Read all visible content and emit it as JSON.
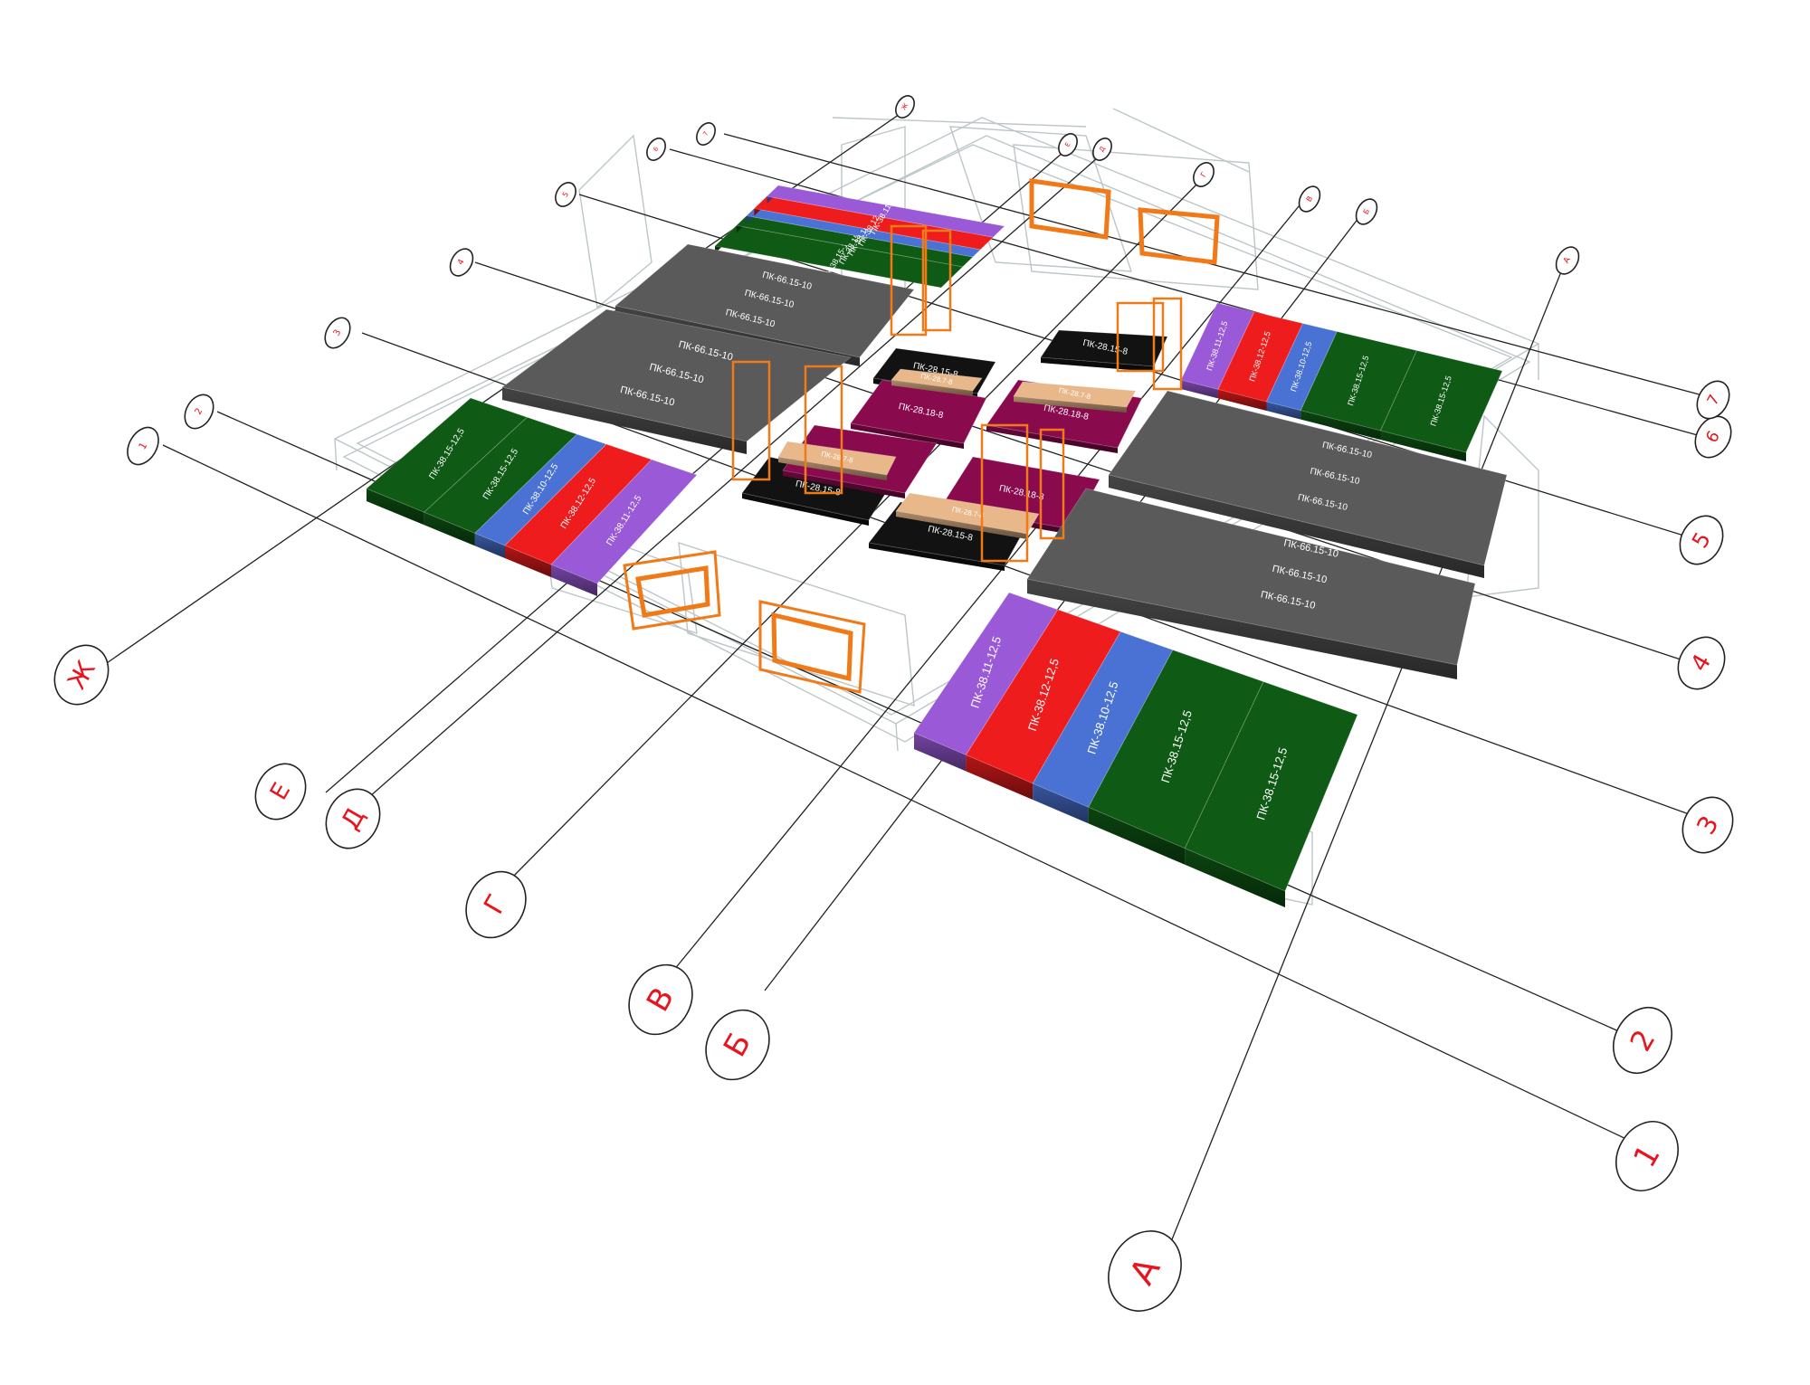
{
  "colors": {
    "green": "#0f5a15",
    "blue": "#4a72d4",
    "red": "#ee1c1c",
    "purple": "#9a5ad8",
    "gray": "#5a5a5a",
    "black": "#121212",
    "maroon": "#8a0a4e",
    "tan": "#e8b88a",
    "orange": "#f07a18",
    "axis_text": "#e8141e",
    "wire": "#b9c2c4"
  },
  "axis_bubbles": {
    "numbers": [
      "1",
      "2",
      "3",
      "4",
      "5",
      "6",
      "7"
    ],
    "letters": [
      "А",
      "Б",
      "В",
      "Г",
      "Д",
      "Е",
      "Ж"
    ]
  },
  "slabs": {
    "front_right": {
      "purple": "ПК-38.11-12,5",
      "red": "ПК-38.12-12,5",
      "blue": "ПК-38.10-12,5",
      "green_1": "ПК-38.15-12,5",
      "green_2": "ПК-38.15-12,5"
    },
    "right_gray": {
      "row_1": "ПК-66.15-10",
      "row_2": "ПК-66.15-10",
      "row_3": "ПК-66.15-10",
      "row_4": "ПК-66.15-10",
      "row_5": "ПК-66.15-10",
      "row_6": "ПК-66.15-10"
    },
    "back_right": {
      "purple": "ПК-38.11-12,5",
      "red": "ПК-38.12-12,5",
      "blue": "ПК-38.10-12,5",
      "green_1": "ПК-38.15-12,5",
      "green_2": "ПК-38.15-12,5"
    },
    "left_gray": {
      "row_1": "ПК-66.15-10",
      "row_2": "ПК-66.15-10",
      "row_3": "ПК-66.15-10",
      "row_4": "ПК-66.15-10",
      "row_5": "ПК-66.15-10",
      "row_6": "ПК-66.15-10"
    },
    "front_left": {
      "green_1": "ПК-38.15-12,5",
      "green_2": "ПК-38.15-12,5",
      "blue": "ПК-38.10-12,5",
      "red": "ПК-38.12-12,5",
      "purple": "ПК-38.11-12,5"
    },
    "back_left": {
      "green_1": "ПК-38.15-12,5",
      "green_2": "ПК-38.15-12,5",
      "blue": "ПК-38.10-12,5",
      "red": "ПК-38.12-12,5",
      "purple": "ПК-38.11-12,5"
    },
    "center": {
      "black_1": "ПК-28.15-8",
      "black_2": "ПК-28.15-8",
      "black_3": "ПК-28.15-8",
      "black_4": "ПК-28.15-8",
      "maroon_1": "ПК-28.18-8",
      "maroon_2": "ПК-28.18-8",
      "maroon_3": "ПК-28.18-8",
      "maroon_4": "ПК-28.18-8",
      "tan_1": "ПК-28.7-8",
      "tan_2": "ПК-28.7-8",
      "tan_3": "ПК-28.7-8",
      "tan_4": "ПК-28.7-8"
    }
  }
}
